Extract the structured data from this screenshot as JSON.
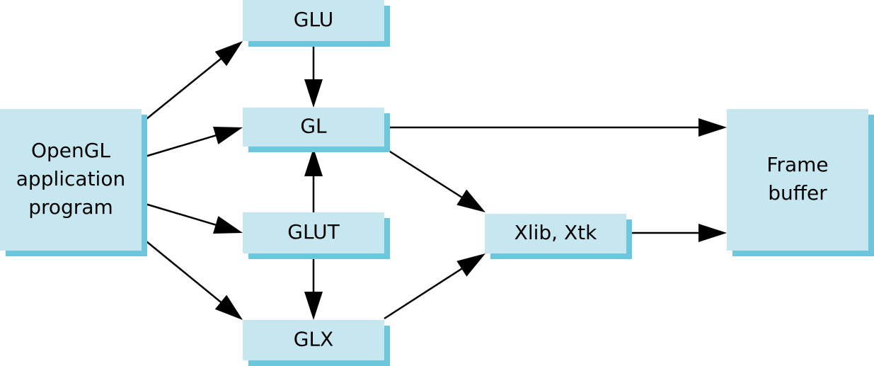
{
  "colors": {
    "box_fill": "#c6e7f0",
    "box_shadow": "#6cc7dd",
    "arrow": "#000000"
  },
  "nodes": {
    "app": {
      "lines": [
        "OpenGL",
        "application",
        "program"
      ]
    },
    "glu": {
      "lines": [
        "GLU"
      ]
    },
    "gl": {
      "lines": [
        "GL"
      ]
    },
    "glut": {
      "lines": [
        "GLUT"
      ]
    },
    "glx": {
      "lines": [
        "GLX"
      ]
    },
    "xlib": {
      "lines": [
        "Xlib, Xtk"
      ]
    },
    "fb": {
      "lines": [
        "Frame",
        "buffer"
      ]
    }
  },
  "edges": [
    {
      "from": "app",
      "to": "glu"
    },
    {
      "from": "app",
      "to": "gl"
    },
    {
      "from": "app",
      "to": "glut"
    },
    {
      "from": "app",
      "to": "glx"
    },
    {
      "from": "glu",
      "to": "gl"
    },
    {
      "from": "glut",
      "to": "gl"
    },
    {
      "from": "glut",
      "to": "glx"
    },
    {
      "from": "gl",
      "to": "fb"
    },
    {
      "from": "gl",
      "to": "xlib"
    },
    {
      "from": "glx",
      "to": "xlib"
    },
    {
      "from": "xlib",
      "to": "fb"
    }
  ]
}
